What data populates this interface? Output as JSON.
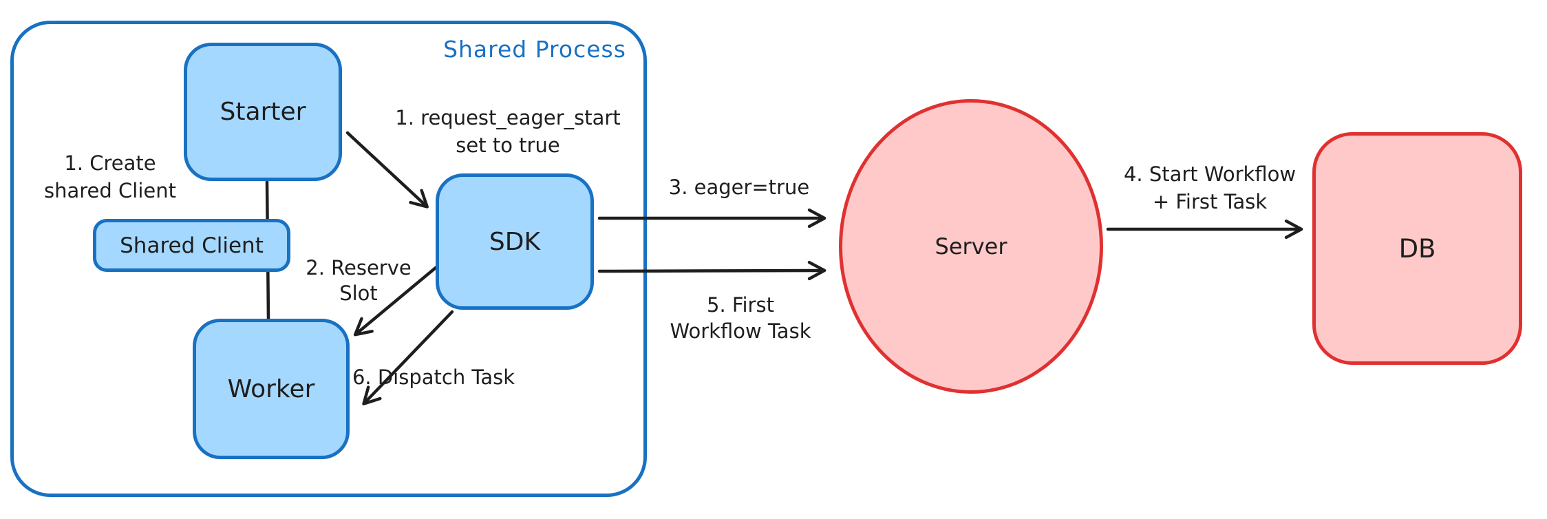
{
  "diagram": {
    "type": "flow-diagram",
    "container": {
      "label": "Shared Process"
    },
    "nodes": {
      "starter": {
        "label": "Starter",
        "shape": "rounded-rect",
        "fill": "#a5d8ff",
        "stroke": "#1971c2"
      },
      "shared_client": {
        "label": "Shared Client",
        "shape": "rounded-rect",
        "fill": "#a5d8ff",
        "stroke": "#1971c2"
      },
      "worker": {
        "label": "Worker",
        "shape": "rounded-rect",
        "fill": "#a5d8ff",
        "stroke": "#1971c2"
      },
      "sdk": {
        "label": "SDK",
        "shape": "rounded-rect",
        "fill": "#a5d8ff",
        "stroke": "#1971c2"
      },
      "server": {
        "label": "Server",
        "shape": "ellipse",
        "fill": "#ffc9c9",
        "stroke": "#e03131"
      },
      "db": {
        "label": "DB",
        "shape": "rounded-rect",
        "fill": "#ffc9c9",
        "stroke": "#e03131"
      }
    },
    "annotations": {
      "create_shared_client": "1. Create\nshared Client",
      "request_eager_start": "1. request_eager_start\nset to true",
      "reserve_slot": "2. Reserve\nSlot",
      "dispatch_task": "6. Dispatch Task",
      "eager_true": "3. eager=true",
      "first_workflow_task": "5. First\nWorkflow Task",
      "start_workflow": "4. Start Workflow\n+ First Task"
    },
    "edges": [
      {
        "from": "starter",
        "to": "worker",
        "style": "line",
        "label": ""
      },
      {
        "from": "starter",
        "to": "sdk",
        "style": "arrow",
        "label": "1. request_eager_start set to true"
      },
      {
        "from": "sdk",
        "to": "worker",
        "style": "arrow",
        "label": "2. Reserve Slot"
      },
      {
        "from": "sdk",
        "to": "worker",
        "style": "arrow",
        "label": "6. Dispatch Task"
      },
      {
        "from": "sdk",
        "to": "server",
        "style": "arrow",
        "label": "3. eager=true"
      },
      {
        "from": "sdk",
        "to": "server",
        "style": "arrow",
        "label": "5. First Workflow Task"
      },
      {
        "from": "server",
        "to": "db",
        "style": "arrow",
        "label": "4. Start Workflow + First Task"
      }
    ],
    "colors": {
      "blue_stroke": "#1971c2",
      "blue_fill": "#a5d8ff",
      "red_stroke": "#e03131",
      "red_fill": "#ffc9c9",
      "ink": "#1e1e1e",
      "background": "#ffffff"
    }
  }
}
